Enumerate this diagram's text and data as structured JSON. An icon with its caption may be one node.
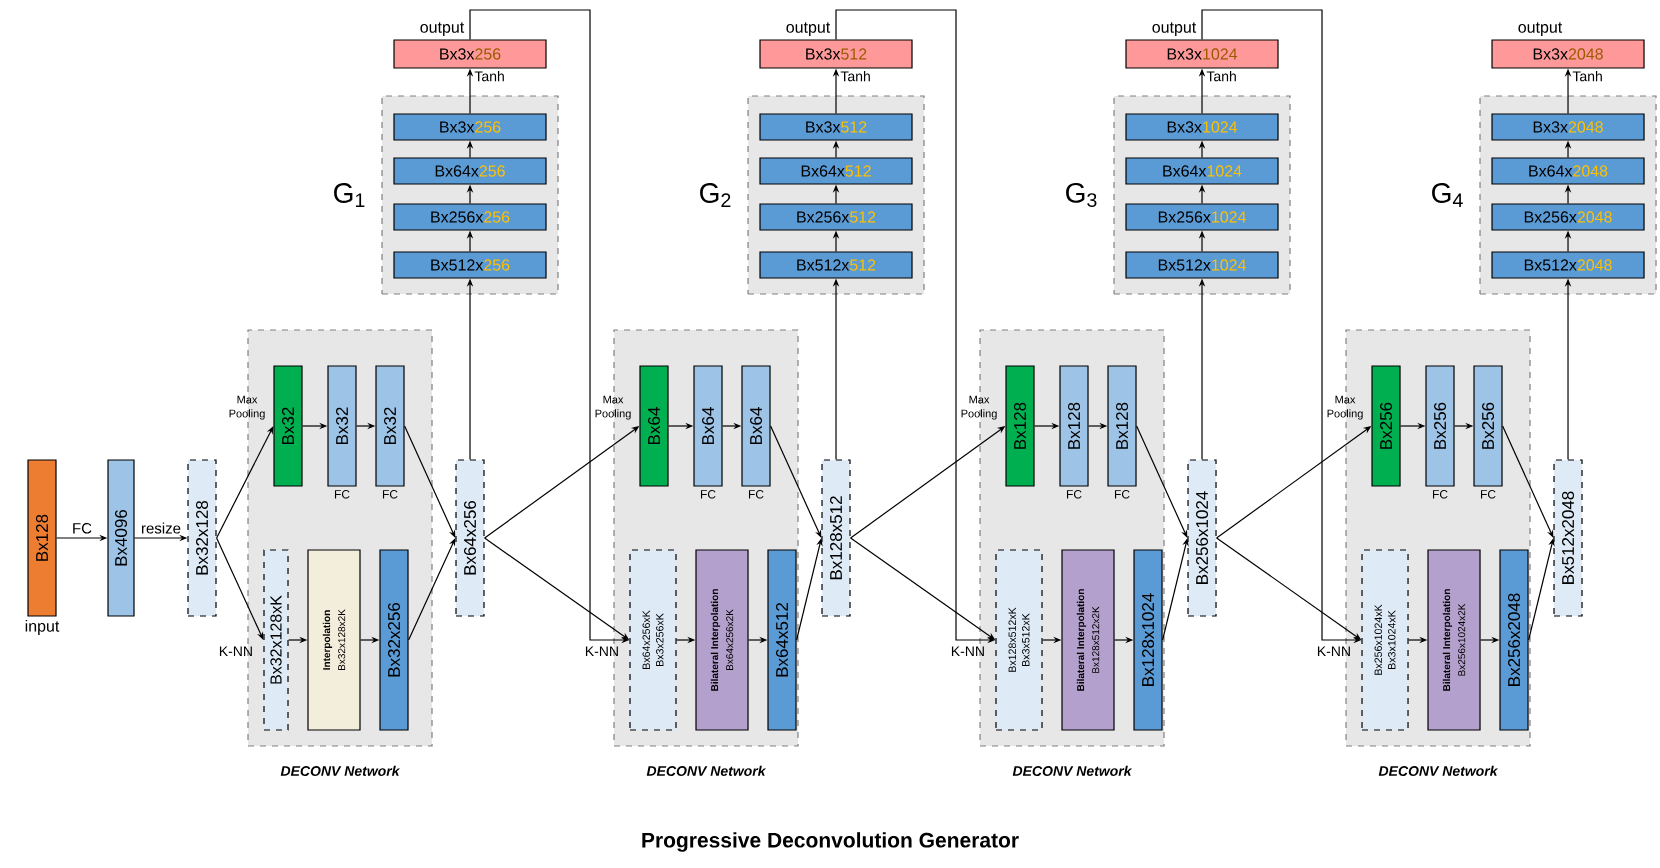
{
  "diagram": {
    "title": "Progressive Deconvolution Generator",
    "nodes": [
      {
        "text": [
          "Bx128"
        ],
        "beside": [
          "input"
        ]
      },
      {
        "text": [
          "Bx4096"
        ]
      },
      {
        "text": [
          "Bx32x128"
        ]
      },
      {
        "text": [
          "DECONV Network"
        ]
      },
      {
        "text": [
          "Bx32"
        ],
        "in": 3
      },
      {
        "text": [
          "Bx32"
        ],
        "in": 3,
        "beside": [
          "FC"
        ]
      },
      {
        "text": [
          "Bx32"
        ],
        "in": 3,
        "beside": [
          "FC"
        ]
      },
      {
        "text": [
          "Bx32x128xK"
        ],
        "in": 3
      },
      {
        "text": [
          "Interpolation",
          "Bx32x128x2K"
        ],
        "in": 3
      },
      {
        "text": [
          "Bx32x256"
        ],
        "in": 3
      },
      {
        "text": [
          "Bx64x256"
        ]
      },
      {
        "text": [
          "G$_{1}$"
        ]
      },
      {
        "text": [
          "Bx3x",
          "256"
        ],
        "in": 11
      },
      {
        "text": [
          "Bx64x",
          "256"
        ],
        "in": 11
      },
      {
        "text": [
          "Bx256x",
          "256"
        ],
        "in": 11
      },
      {
        "text": [
          "Bx512x",
          "256"
        ],
        "in": 11
      },
      {
        "text": [
          "Bx3x",
          "256"
        ],
        "beside": [
          "output"
        ]
      },
      {
        "text": [
          "DECONV Network"
        ]
      },
      {
        "text": [
          "Bx64"
        ],
        "in": 17
      },
      {
        "text": [
          "Bx64"
        ],
        "in": 17,
        "beside": [
          "FC"
        ]
      },
      {
        "text": [
          "Bx64"
        ],
        "in": 17,
        "beside": [
          "FC"
        ]
      },
      {
        "text": [
          "Bx64x256xK",
          "Bx3x256xK"
        ],
        "in": 17
      },
      {
        "text": [
          "Bilateral Interpolation",
          "Bx64x256x2K"
        ],
        "in": 17
      },
      {
        "text": [
          "Bx64x512"
        ],
        "in": 17
      },
      {
        "text": [
          "Bx128x512"
        ]
      },
      {
        "text": [
          "G$_{2}$"
        ]
      },
      {
        "text": [
          "Bx3x",
          "512"
        ],
        "in": 25
      },
      {
        "text": [
          "Bx64x",
          "512"
        ],
        "in": 25
      },
      {
        "text": [
          "Bx256x",
          "512"
        ],
        "in": 25
      },
      {
        "text": [
          "Bx512x",
          "512"
        ],
        "in": 25
      },
      {
        "text": [
          "Bx3x",
          "512"
        ],
        "beside": [
          "output"
        ]
      },
      {
        "text": [
          "DECONV Network"
        ]
      },
      {
        "text": [
          "Bx128"
        ],
        "in": 31
      },
      {
        "text": [
          "Bx128"
        ],
        "in": 31,
        "beside": [
          "FC"
        ]
      },
      {
        "text": [
          "Bx128"
        ],
        "in": 31,
        "beside": [
          "FC"
        ]
      },
      {
        "text": [
          "Bx128x512xK",
          "Bx3x512xK"
        ],
        "in": 31
      },
      {
        "text": [
          "Bilateral Interpolation",
          "Bx128x512x2K"
        ],
        "in": 31
      },
      {
        "text": [
          "Bx128x1024"
        ],
        "in": 31
      },
      {
        "text": [
          "Bx256x1024"
        ]
      },
      {
        "text": [
          "G$_{3}$"
        ]
      },
      {
        "text": [
          "Bx3x",
          "1024"
        ],
        "in": 39
      },
      {
        "text": [
          "Bx64x",
          "1024"
        ],
        "in": 39
      },
      {
        "text": [
          "Bx256x",
          "1024"
        ],
        "in": 39
      },
      {
        "text": [
          "Bx512x",
          "1024"
        ],
        "in": 39
      },
      {
        "text": [
          "Bx3x",
          "1024"
        ],
        "beside": [
          "output"
        ]
      },
      {
        "text": [
          "DECONV Network"
        ]
      },
      {
        "text": [
          "Bx256"
        ],
        "in": 45
      },
      {
        "text": [
          "Bx256"
        ],
        "in": 45,
        "beside": [
          "FC"
        ]
      },
      {
        "text": [
          "Bx256"
        ],
        "in": 45,
        "beside": [
          "FC"
        ]
      },
      {
        "text": [
          "Bx256x1024xK",
          "Bx3x1024xK"
        ],
        "in": 45
      },
      {
        "text": [
          "Bilateral Interpolation",
          "Bx256x1024x2K"
        ],
        "in": 45
      },
      {
        "text": [
          "Bx256x2048"
        ],
        "in": 45
      },
      {
        "text": [
          "Bx512x2048"
        ]
      },
      {
        "text": [
          "G$_{4}$"
        ]
      },
      {
        "text": [
          "Bx3x",
          "2048"
        ],
        "in": 53
      },
      {
        "text": [
          "Bx64x",
          "2048"
        ],
        "in": 53
      },
      {
        "text": [
          "Bx256x",
          "2048"
        ],
        "in": 53
      },
      {
        "text": [
          "Bx512x",
          "2048"
        ],
        "in": 53
      },
      {
        "text": [
          "Bx3x",
          "2048"
        ],
        "beside": [
          "output"
        ]
      }
    ],
    "edges": [
      {
        "from": 0,
        "to": 1,
        "arrow": "to",
        "label": "FC"
      },
      {
        "from": 1,
        "to": 2,
        "arrow": "to",
        "label": "resize"
      },
      {
        "from": 2,
        "to": 4,
        "arrow": "to",
        "label": "Max Pooling"
      },
      {
        "from": 4,
        "to": 5,
        "arrow": "to"
      },
      {
        "from": 5,
        "to": 6,
        "arrow": "to"
      },
      {
        "from": 6,
        "to": 10,
        "arrow": "to"
      },
      {
        "from": 2,
        "to": 7,
        "arrow": "to",
        "label": "K-NN"
      },
      {
        "from": 7,
        "to": 8,
        "arrow": "to"
      },
      {
        "from": 8,
        "to": 9,
        "arrow": "to"
      },
      {
        "from": 9,
        "to": 10,
        "arrow": "to"
      },
      {
        "from": 10,
        "to": 15,
        "arrow": "to"
      },
      {
        "from": 15,
        "to": 14,
        "arrow": "to"
      },
      {
        "from": 14,
        "to": 13,
        "arrow": "to"
      },
      {
        "from": 13,
        "to": 12,
        "arrow": "to"
      },
      {
        "from": 12,
        "to": 16,
        "arrow": "to",
        "label": "Tanh"
      },
      {
        "from": 16,
        "to": 21,
        "arrow": "to",
        "label": "K-NN"
      },
      {
        "from": 10,
        "to": 18,
        "arrow": "to",
        "label": "Max Pooling"
      },
      {
        "from": 18,
        "to": 19,
        "arrow": "to"
      },
      {
        "from": 19,
        "to": 20,
        "arrow": "to"
      },
      {
        "from": 20,
        "to": 24,
        "arrow": "to"
      },
      {
        "from": 10,
        "to": 21,
        "arrow": "to"
      },
      {
        "from": 21,
        "to": 22,
        "arrow": "to"
      },
      {
        "from": 22,
        "to": 23,
        "arrow": "to"
      },
      {
        "from": 23,
        "to": 24,
        "arrow": "to"
      },
      {
        "from": 24,
        "to": 29,
        "arrow": "to"
      },
      {
        "from": 29,
        "to": 28,
        "arrow": "to"
      },
      {
        "from": 28,
        "to": 27,
        "arrow": "to"
      },
      {
        "from": 27,
        "to": 26,
        "arrow": "to"
      },
      {
        "from": 26,
        "to": 30,
        "arrow": "to",
        "label": "Tanh"
      },
      {
        "from": 30,
        "to": 35,
        "arrow": "to",
        "label": "K-NN"
      },
      {
        "from": 24,
        "to": 32,
        "arrow": "to",
        "label": "Max Pooling"
      },
      {
        "from": 32,
        "to": 33,
        "arrow": "to"
      },
      {
        "from": 33,
        "to": 34,
        "arrow": "to"
      },
      {
        "from": 34,
        "to": 38,
        "arrow": "to"
      },
      {
        "from": 24,
        "to": 35,
        "arrow": "to"
      },
      {
        "from": 35,
        "to": 36,
        "arrow": "to"
      },
      {
        "from": 36,
        "to": 37,
        "arrow": "to"
      },
      {
        "from": 37,
        "to": 38,
        "arrow": "to"
      },
      {
        "from": 38,
        "to": 43,
        "arrow": "to"
      },
      {
        "from": 43,
        "to": 42,
        "arrow": "to"
      },
      {
        "from": 42,
        "to": 41,
        "arrow": "to"
      },
      {
        "from": 41,
        "to": 40,
        "arrow": "to"
      },
      {
        "from": 40,
        "to": 44,
        "arrow": "to",
        "label": "Tanh"
      },
      {
        "from": 44,
        "to": 49,
        "arrow": "to",
        "label": "K-NN"
      },
      {
        "from": 38,
        "to": 46,
        "arrow": "to",
        "label": "Max Pooling"
      },
      {
        "from": 46,
        "to": 47,
        "arrow": "to"
      },
      {
        "from": 47,
        "to": 48,
        "arrow": "to"
      },
      {
        "from": 48,
        "to": 52,
        "arrow": "to"
      },
      {
        "from": 38,
        "to": 49,
        "arrow": "to"
      },
      {
        "from": 49,
        "to": 50,
        "arrow": "to"
      },
      {
        "from": 50,
        "to": 51,
        "arrow": "to"
      },
      {
        "from": 51,
        "to": 52,
        "arrow": "to"
      },
      {
        "from": 52,
        "to": 57,
        "arrow": "to"
      },
      {
        "from": 57,
        "to": 56,
        "arrow": "to"
      },
      {
        "from": 56,
        "to": 55,
        "arrow": "to"
      },
      {
        "from": 55,
        "to": 54,
        "arrow": "to"
      },
      {
        "from": 54,
        "to": 58,
        "arrow": "to",
        "label": "Tanh"
      }
    ]
  }
}
